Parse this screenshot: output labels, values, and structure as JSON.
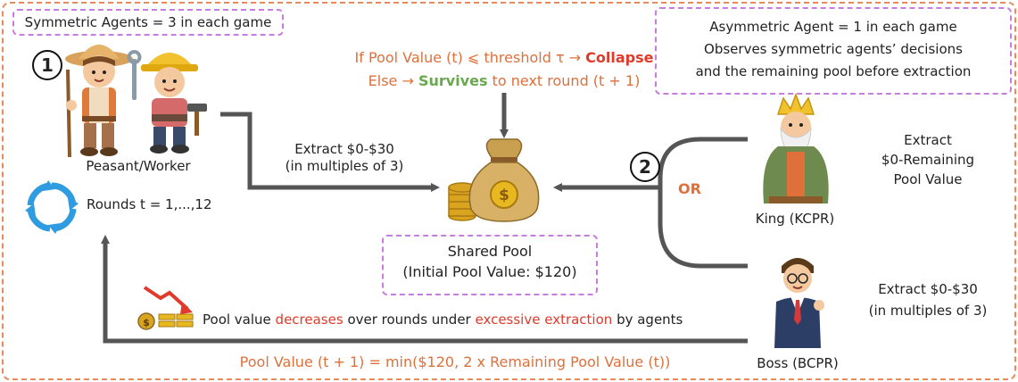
{
  "colors": {
    "outer_border": "#e88a5a",
    "box_border": "#c77dde",
    "arrow": "#555555",
    "orange_text": "#e0703a",
    "red_text": "#e03a2a",
    "green_text": "#6aa84f"
  },
  "symmetric_label": "Symmetric Agents = 3 in each game",
  "step1": "1",
  "step2": "2",
  "peasant_label": "Peasant/Worker",
  "rounds_label": "Rounds t = 1,...,12",
  "extract_sym": {
    "line1": "Extract $0-$30",
    "line2": "(in multiples of 3)"
  },
  "rule": {
    "line1_prefix": "If Pool Value (t) ⩽ threshold τ → ",
    "collapse": "Collapse",
    "line2_prefix": "Else → ",
    "survives": "Survives",
    "line2_suffix": " to next round (t + 1)"
  },
  "pool": {
    "title": "Shared Pool",
    "initial": "(Initial Pool Value: $120)"
  },
  "asymmetric": {
    "line1": "Asymmetric Agent = 1 in each game",
    "line2": "Observes symmetric agents’ decisions",
    "line3": "and the remaining pool before extraction"
  },
  "or_label": "OR",
  "king_label": "King (KCPR)",
  "king_extract": {
    "line1": "Extract",
    "line2": "$0-Remaining",
    "line3": "Pool Value"
  },
  "boss_label": "Boss (BCPR)",
  "boss_extract": {
    "line1": "Extract $0-$30",
    "line2": "(in multiples of 3)"
  },
  "decrease": {
    "p1": "Pool value ",
    "p2": "decreases",
    "p3": " over rounds under ",
    "p4": "excessive extraction",
    "p5": " by agents"
  },
  "formula": "Pool Value (t + 1) = min($120, 2 x Remaining Pool Value (t))",
  "icons": [
    "peasant-figure",
    "worker-figure",
    "cycle-arrows-icon",
    "money-bag-icon",
    "king-figure",
    "boss-figure",
    "declining-chart-icon"
  ]
}
